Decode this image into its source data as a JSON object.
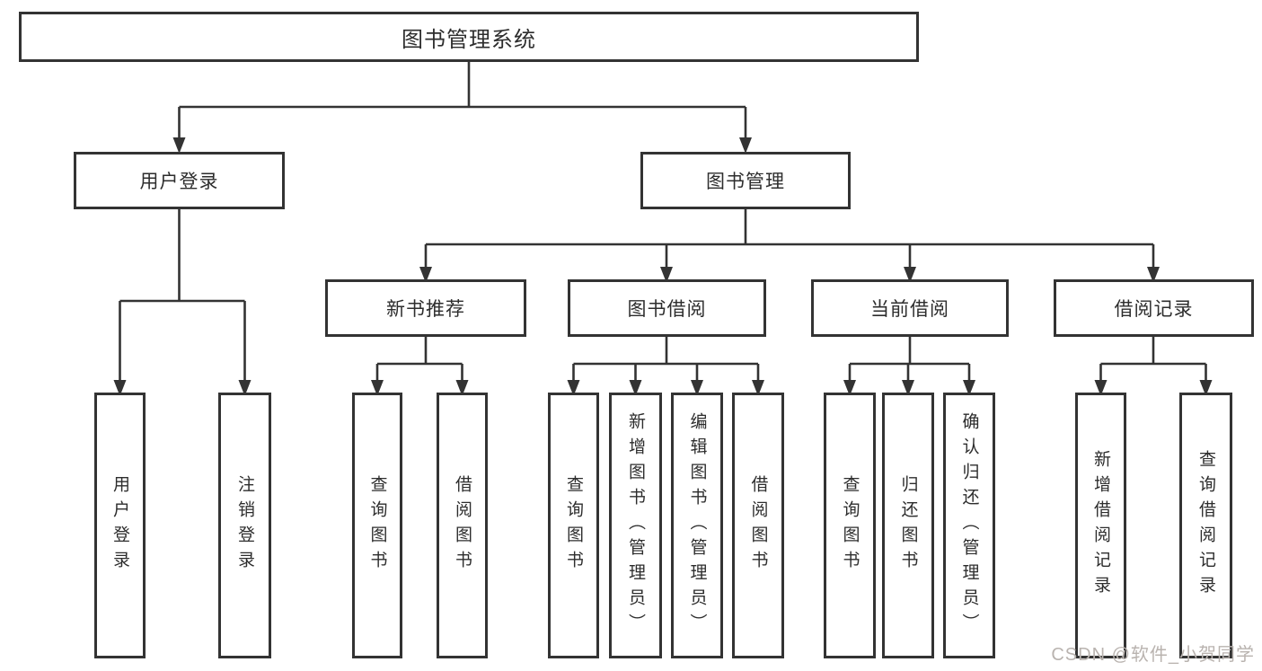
{
  "tree": {
    "root": {
      "label": "图书管理系统",
      "children": [
        {
          "label": "用户登录",
          "children": [
            {
              "label": "用户登录"
            },
            {
              "label": "注销登录"
            }
          ]
        },
        {
          "label": "图书管理",
          "children": [
            {
              "label": "新书推荐",
              "children": [
                {
                  "label": "查询图书"
                },
                {
                  "label": "借阅图书"
                }
              ]
            },
            {
              "label": "图书借阅",
              "children": [
                {
                  "label": "查询图书"
                },
                {
                  "label": "新增图书（管理员）"
                },
                {
                  "label": "编辑图书（管理员）"
                },
                {
                  "label": "借阅图书"
                }
              ]
            },
            {
              "label": "当前借阅",
              "children": [
                {
                  "label": "查询图书"
                },
                {
                  "label": "归还图书"
                },
                {
                  "label": "确认归还（管理员）"
                }
              ]
            },
            {
              "label": "借阅记录",
              "children": [
                {
                  "label": "新增借阅记录"
                },
                {
                  "label": "查询借阅记录"
                }
              ]
            }
          ]
        }
      ]
    }
  },
  "watermark": {
    "text": "CSDN @软件_小贺同学"
  },
  "colors": {
    "line": "#333333",
    "border": "#333333",
    "text": "#2d2d2d",
    "watermark": "#b9b3af",
    "background": "#ffffff"
  }
}
